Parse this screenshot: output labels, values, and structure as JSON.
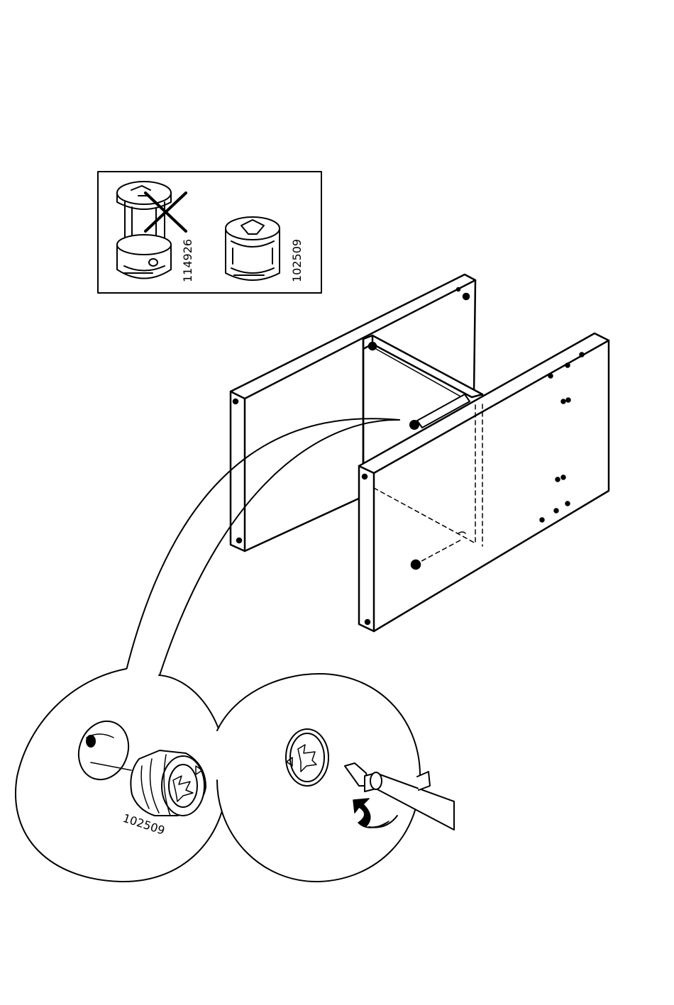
{
  "inset_box": {
    "wrong_part_number": "114926",
    "correct_part_number": "102509"
  },
  "detail_left": {
    "part_number": "102509"
  },
  "colors": {
    "ink": "#000000",
    "paper": "#ffffff"
  }
}
